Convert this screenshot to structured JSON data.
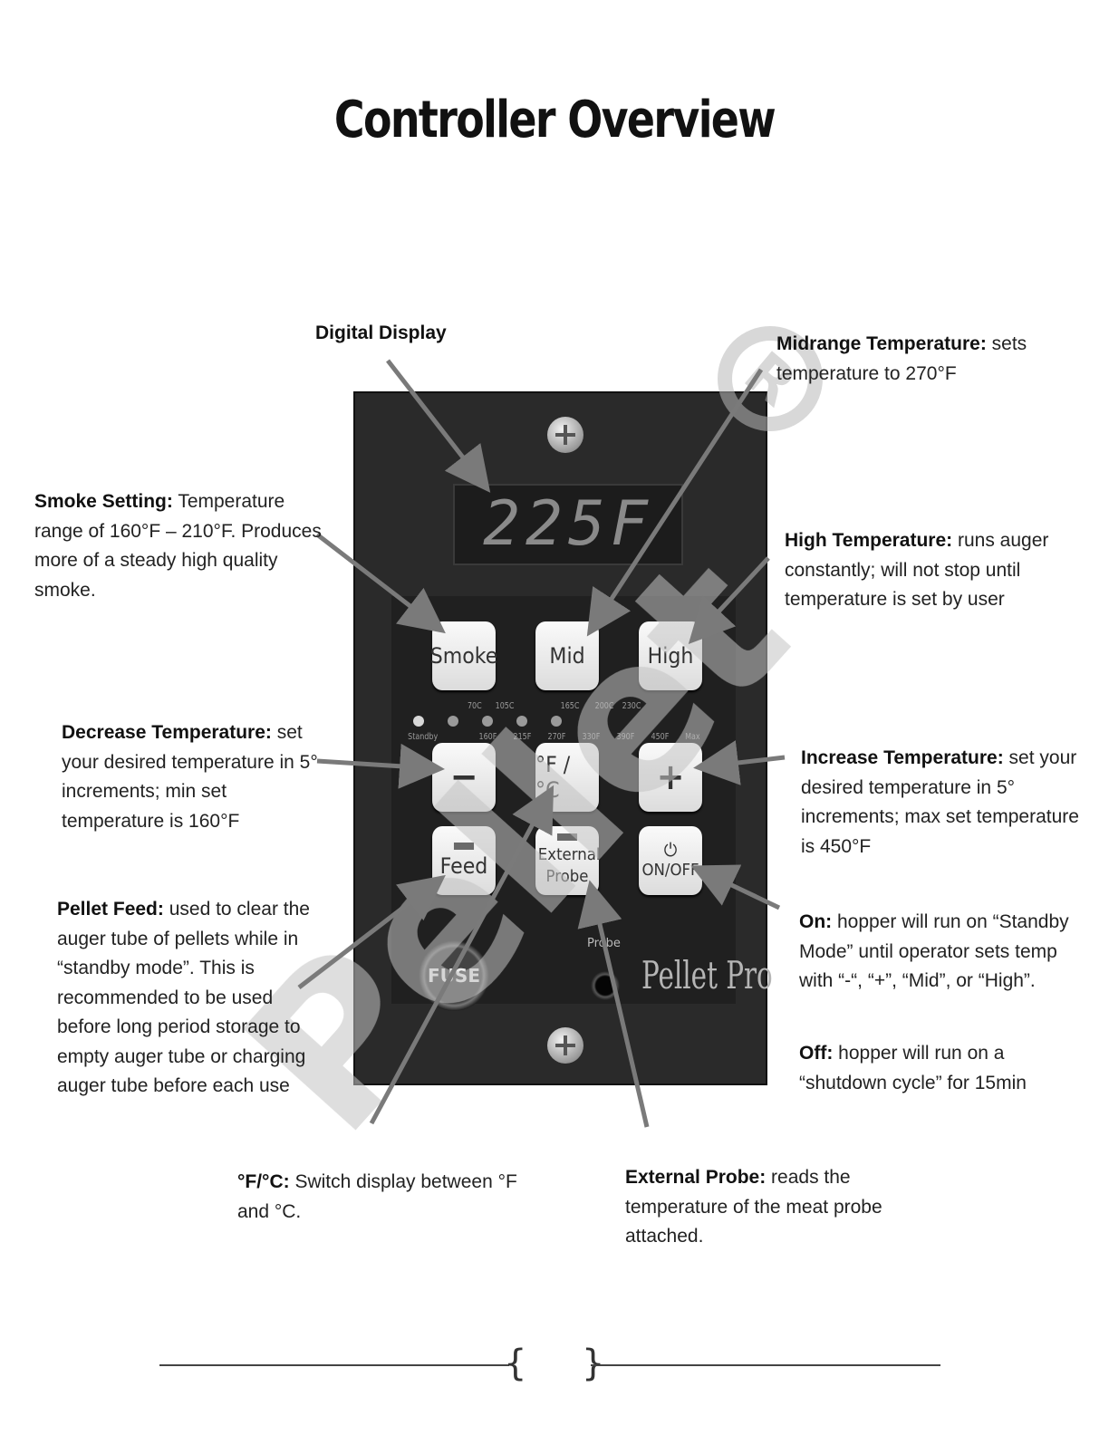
{
  "page": {
    "title": "Controller Overview"
  },
  "controller": {
    "display_value": "225F",
    "buttons": {
      "smoke": "Smoke",
      "mid": "Mid",
      "high": "High",
      "minus": "−",
      "fc": "°F / °C",
      "plus": "+",
      "feed": "Feed",
      "external_probe": "External Probe",
      "onoff": "ON/OFF"
    },
    "leds": {
      "top": [
        "",
        "",
        "70C",
        "105C",
        "",
        "165C",
        "200C",
        "230C",
        ""
      ],
      "bottom": [
        "Standby",
        "",
        "160F",
        "215F",
        "270F",
        "330F",
        "390F",
        "450F",
        "Max"
      ]
    },
    "fuse_label": "FUSE",
    "probe_jack_label": "Probe",
    "brand": "Pellet Pro"
  },
  "notes": {
    "digital_display": {
      "title": "Digital Display"
    },
    "midrange": {
      "title": "Midrange Temperature:",
      "text": " sets temperature to 270°F"
    },
    "smoke": {
      "title": "Smoke Setting:",
      "text": " Temperature range of 160°F – 210°F. Produces more of a steady high quality smoke."
    },
    "high": {
      "title": "High Temperature:",
      "text": " runs auger constantly; will not stop until temperature is set by user"
    },
    "decrease": {
      "title": "Decrease Temperature:",
      "text": " set your desired temperature in 5° increments; min set temperature is 160°F"
    },
    "increase": {
      "title": "Increase Temperature:",
      "text": "  set your desired temperature in 5° increments; max set temperature is 450°F"
    },
    "pellet_feed": {
      "title": "Pellet Feed:",
      "text": " used to clear the auger tube of pellets while in “standby mode”. This is recommended to be used before long period storage to empty auger tube or charging auger tube before each use"
    },
    "on": {
      "title": "On:",
      "text": " hopper will run on “Standby Mode” until operator sets temp with “-“, “+”, “Mid”, or “High”."
    },
    "off": {
      "title": "Off:",
      "text": " hopper will run on a “shutdown cycle” for 15min"
    },
    "fc": {
      "title": "°F/°C:",
      "text": " Switch display between °F and °C."
    },
    "external_probe": {
      "title": "External Probe:",
      "text": " reads the temperature of the meat probe attached."
    }
  },
  "footer": {
    "left_brace": "{",
    "right_brace": "}"
  },
  "colors": {
    "arrow": "#7a7a7a",
    "panel": "#2a2a2a",
    "watermark": "#d0d0d0"
  }
}
